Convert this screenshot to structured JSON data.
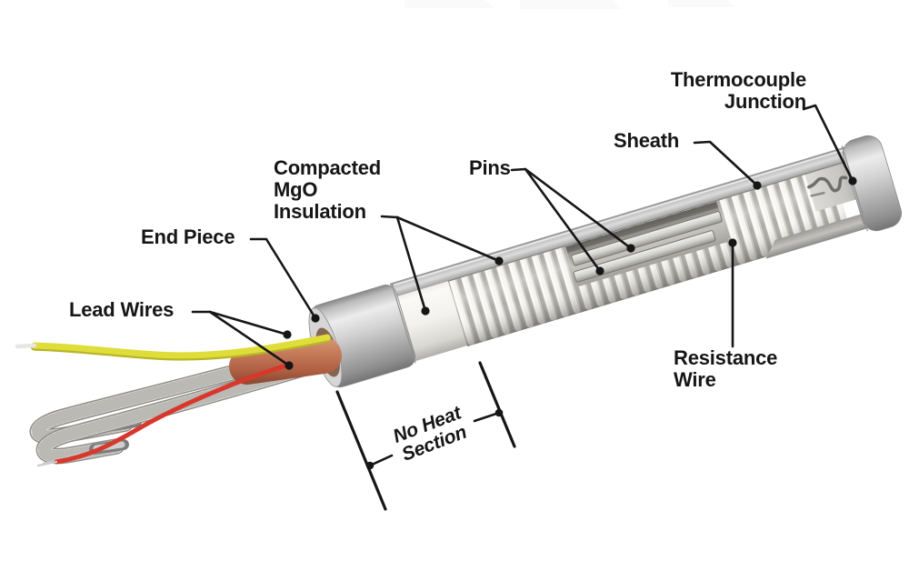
{
  "diagram": {
    "labels": {
      "thermocouple_junction": "Thermocouple Junction",
      "sheath": "Sheath",
      "pins": "Pins",
      "compacted_mgo_insulation": "Compacted MgO Insulation",
      "end_piece": "End Piece",
      "lead_wires": "Lead Wires",
      "resistance_wire": "Resistance Wire",
      "no_heat_section": "No Heat Section"
    }
  },
  "colors": {
    "background": "#ffffff",
    "ink": "#161616",
    "wire_yellow": "#dfdd3a",
    "wire_yellow_dark": "#b9b428",
    "wire_red": "#d8372c",
    "copper_sleeve": "#c0745a",
    "ceramic_white": "#f5f4f0",
    "metal_gray": "#c2c2c2"
  }
}
